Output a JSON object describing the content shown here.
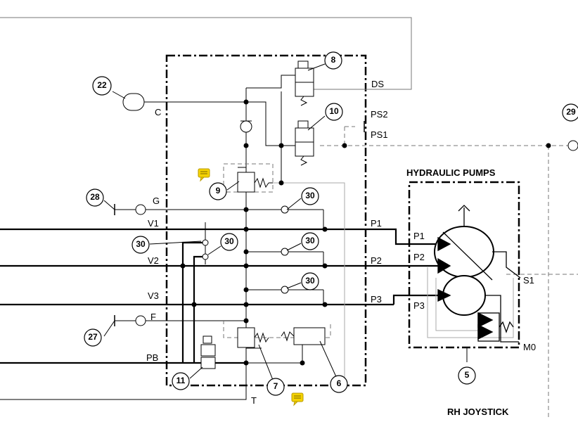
{
  "diagram": {
    "port_labels": {
      "ds": "DS",
      "c": "C",
      "ps2": "PS2",
      "ps1": "PS1",
      "g": "G",
      "v1": "V1",
      "v2": "V2",
      "v3": "V3",
      "f": "F",
      "pb": "PB",
      "t": "T",
      "p1_line": "P1",
      "p2_line": "P2",
      "p3_line": "P3",
      "p1_pump": "P1",
      "p2_pump": "P2",
      "p3_pump": "P3",
      "s1": "S1",
      "m0": "M0"
    },
    "titles": {
      "hydraulic_pumps": "HYDRAULIC PUMPS",
      "rh_joystick": "RH JOYSTICK"
    },
    "callouts": {
      "c22": "22",
      "c8": "8",
      "c10": "10",
      "c29": "29",
      "c9": "9",
      "c28": "28",
      "c30_g": "30",
      "c30_left": "30",
      "c30_v1": "30",
      "c30_v2": "30",
      "c30_v3": "30",
      "c27": "27",
      "c11": "11",
      "c7": "7",
      "c6": "6",
      "c5": "5"
    },
    "colors": {
      "line": "#000000",
      "pilot_line": "#999999",
      "comment_icon": "#f5d300"
    }
  }
}
